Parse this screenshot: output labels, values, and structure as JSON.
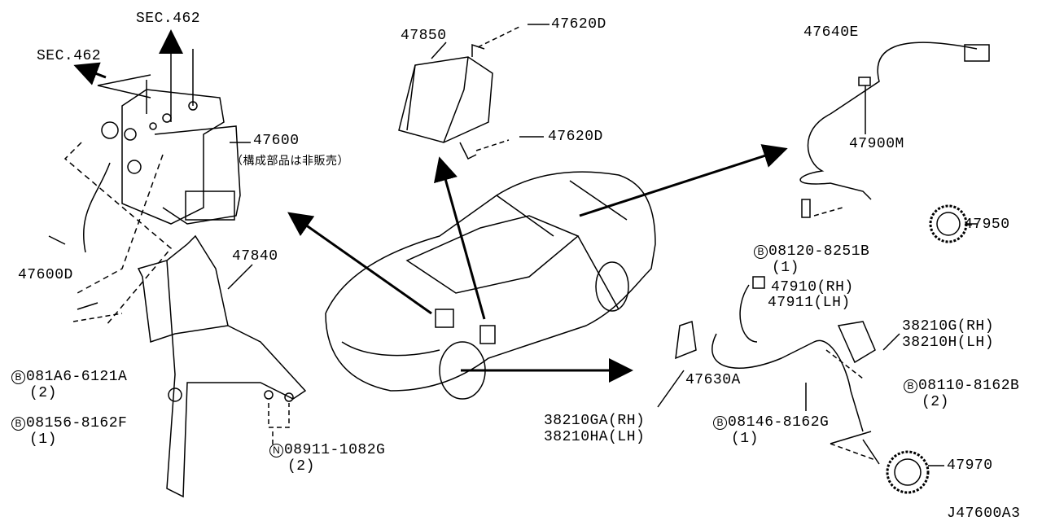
{
  "diagram_code": "J47600A3",
  "labels": {
    "sec_462_top": "SEC.462",
    "sec_462_left": "SEC.462",
    "p47850": "47850",
    "p47620d_top": "47620D",
    "p47620d_bottom": "47620D",
    "p47640e": "47640E",
    "p47900m": "47900M",
    "p47600": "47600",
    "p47600_note": "（構成部品は非販売）",
    "p47950": "47950",
    "p47600d": "47600D",
    "p47840": "47840",
    "p47910": "47910(RH)",
    "p47911": "47911(LH)",
    "p38210g": "38210G(RH)",
    "p38210h": "38210H(LH)",
    "p38210ga": "38210GA(RH)",
    "p38210ha": "38210HA(LH)",
    "p47630a": "47630A",
    "p47970": "47970"
  },
  "fasteners": [
    {
      "prefix": "B",
      "part": "08120-8251B",
      "qty": "(1)"
    },
    {
      "prefix": "B",
      "part": "081A6-6121A",
      "qty": "(2)"
    },
    {
      "prefix": "B",
      "part": "08156-8162F",
      "qty": "(1)"
    },
    {
      "prefix": "N",
      "part": "08911-1082G",
      "qty": "(2)"
    },
    {
      "prefix": "B",
      "part": "08146-8162G",
      "qty": "(1)"
    },
    {
      "prefix": "B",
      "part": "08110-8162B",
      "qty": "(2)"
    }
  ]
}
